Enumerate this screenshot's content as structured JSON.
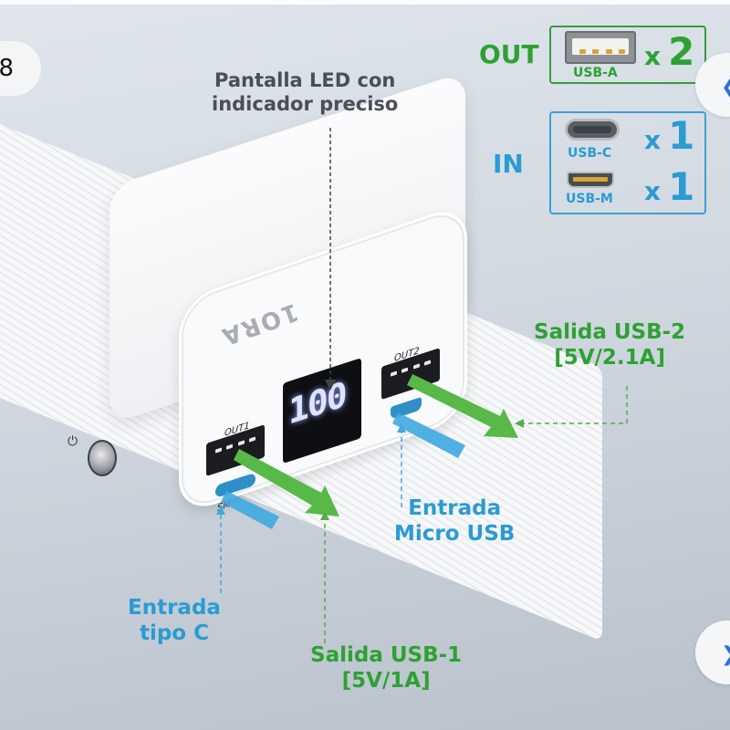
{
  "carousel": {
    "counter": "8",
    "prev_button": {
      "label": "Previous image",
      "icon": "chevron-left-icon"
    },
    "next_button": {
      "label": "Next image",
      "icon": "chevron-right-icon"
    }
  },
  "infographic": {
    "display_label": [
      "Pantalla LED con",
      "indicador preciso"
    ],
    "spec_box": {
      "out": {
        "title": "OUT",
        "ports": [
          {
            "type": "USB-A",
            "count_prefix": "x",
            "count": "2"
          }
        ]
      },
      "in": {
        "title": "IN",
        "ports": [
          {
            "type": "USB-C",
            "count_prefix": "x",
            "count": "1"
          },
          {
            "type": "USB-M",
            "count_prefix": "x",
            "count": "1"
          }
        ]
      }
    },
    "callouts": {
      "usb2": {
        "line1": "Salida USB-2",
        "line2": "[5V/2.1A]"
      },
      "micro": {
        "line1": "Entrada",
        "line2": "Micro USB"
      },
      "typec": {
        "line1": "Entrada",
        "line2": "tipo C"
      },
      "usb1": {
        "line1": "Salida USB-1",
        "line2": "[5V/1A]"
      }
    },
    "device": {
      "brand": "1ORA",
      "led_value": "100",
      "port_labels": {
        "out1": "OUT1",
        "out2": "OUT2",
        "smart": "SM"
      },
      "power_symbol": "⏻"
    },
    "colors": {
      "green": "#2ea133",
      "blue": "#2a9bd3",
      "gray_text": "#4a4f57",
      "nav_glyph": "#2a6fdb"
    }
  }
}
